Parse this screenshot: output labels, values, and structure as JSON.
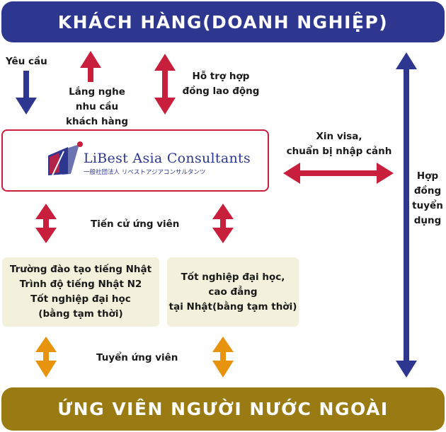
{
  "banners": {
    "top": "KHÁCH HÀNG(DOANH NGHIỆP)",
    "bottom": "ỨNG VIÊN NGƯỜI NƯỚC NGOÀI"
  },
  "labels": {
    "request": "Yêu cầu",
    "listen": [
      "Lắng nghe",
      "nhu cầu",
      "khách hàng"
    ],
    "labor_contract": [
      "Hỗ trợ hợp",
      "đồng lao động"
    ],
    "visa": [
      "Xin visa,",
      "chuẩn bị nhập cảnh"
    ],
    "employment_contract": [
      "Hợp",
      "đồng",
      "tuyển",
      "dụng"
    ],
    "recommend": "Tiến cử ứng viên",
    "recruit": "Tuyển ứng viên"
  },
  "company": {
    "name": "LiBest Asia Consultants",
    "name_jp": "一般社団法人 リベストアジアコンサルタンツ"
  },
  "boxes": {
    "japanese_school": [
      "Trường đào tạo tiếng Nhật",
      "Trình độ tiếng Nhật N2",
      "Tốt nghiệp đại học",
      "(bằng tạm thời)"
    ],
    "japan_graduate": [
      "Tốt nghiệp đại học,",
      "cao đẳng",
      "tại Nhật(bằng tạm thời)"
    ]
  },
  "colors": {
    "navy": "#2e3790",
    "red": "#c8203c",
    "gold": "#9a7b13",
    "orange": "#e8930e",
    "box_fill": "#f3f0dc"
  }
}
